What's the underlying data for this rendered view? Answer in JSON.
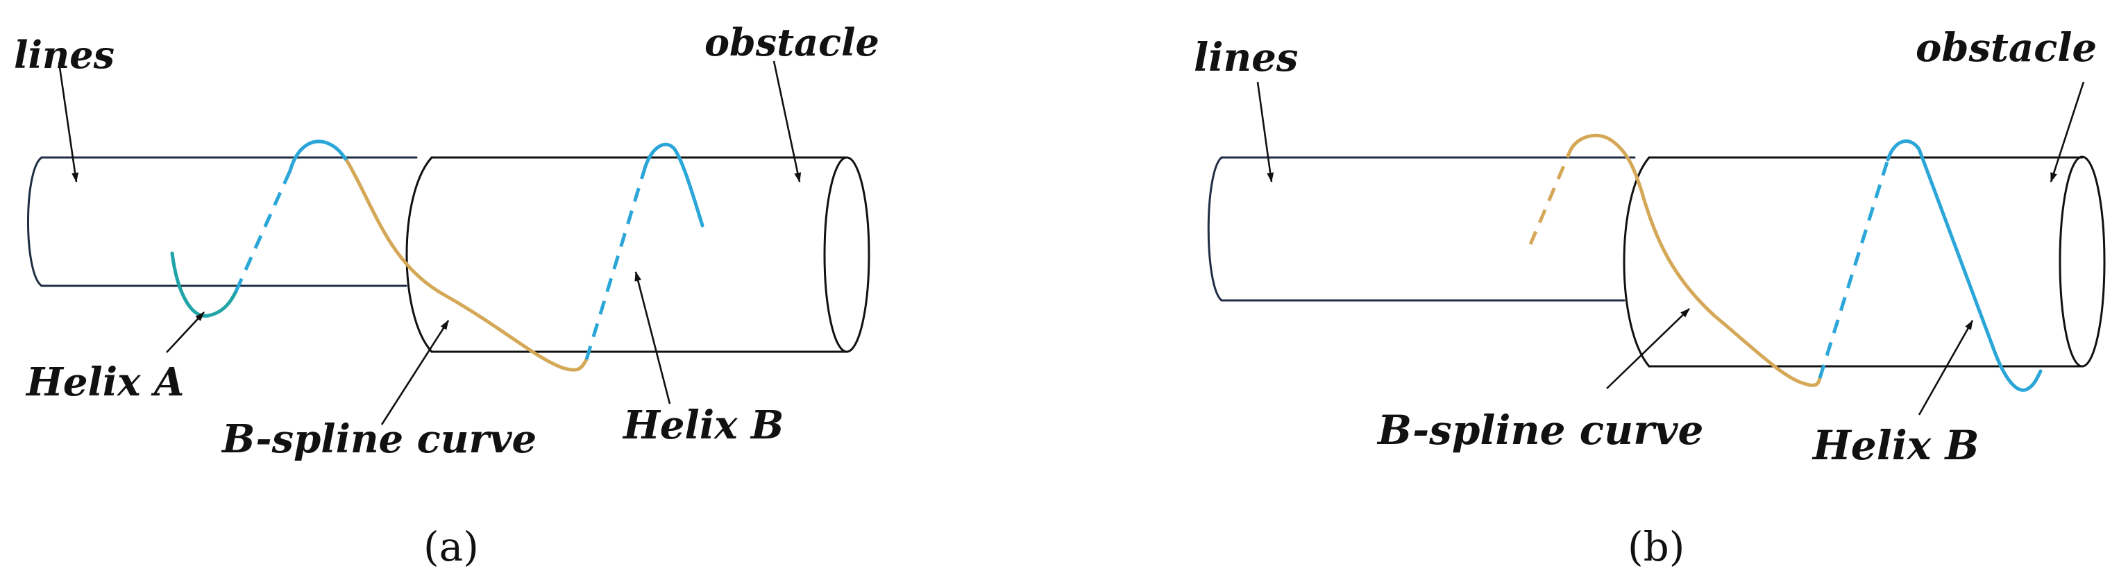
{
  "panels": {
    "a": {
      "caption": "(a)",
      "labels": {
        "lines": "lines",
        "obstacle": "obstacle",
        "helix_a": "Helix A",
        "b_spline": "B-spline curve",
        "helix_b": "Helix B"
      }
    },
    "b": {
      "caption": "(b)",
      "labels": {
        "lines": "lines",
        "obstacle": "obstacle",
        "b_spline": "B-spline curve",
        "helix_b": "Helix B"
      }
    }
  },
  "colors": {
    "outline_lines": "#1f2e44",
    "outline_obstacle": "#111111",
    "helix_a": "#1fa5a8",
    "helix_b": "#2aa6d8",
    "b_spline": "#d4a857",
    "text": "#111111"
  }
}
